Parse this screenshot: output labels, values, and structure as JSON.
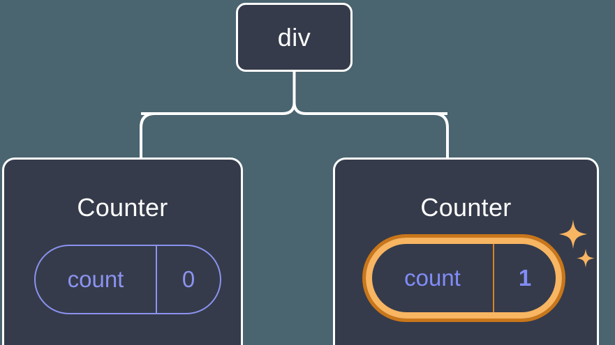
{
  "diagram": {
    "type": "component-tree",
    "background_color": "#4a6470",
    "node_fill_color": "#353b4a",
    "node_border_color": "#ffffff",
    "connector_color": "#ffffff",
    "state_color": "#8b93f0",
    "highlight_outer_color": "#c9761a",
    "highlight_inner_color": "#f8b562",
    "sparkle_color": "#f8b562"
  },
  "root": {
    "label": "div"
  },
  "children": [
    {
      "label": "Counter",
      "state": {
        "key": "count",
        "value": "0"
      },
      "highlighted": false
    },
    {
      "label": "Counter",
      "state": {
        "key": "count",
        "value": "1"
      },
      "highlighted": true,
      "sparkle_icons": [
        "sparkle-large",
        "sparkle-small"
      ]
    }
  ]
}
